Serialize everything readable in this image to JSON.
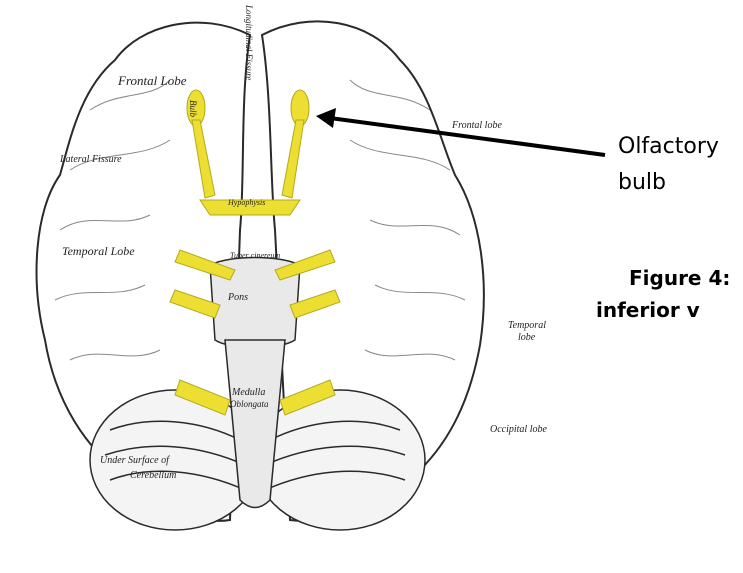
{
  "figure": {
    "callout": {
      "line1": "Olfactory",
      "line2": "bulb"
    },
    "caption": {
      "line1": "Figure 4:",
      "line2": "inferior v"
    },
    "brain_labels": {
      "longitudinal_fissure": "Longitudinal Fissure",
      "frontal_lobe_left": "Frontal Lobe",
      "frontal_lobe_right": "Frontal lobe",
      "lateral_fissure": "Lateral Fissure",
      "temporal_lobe_left": "Temporal Lobe",
      "temporal_lobe_right_1": "Temporal",
      "temporal_lobe_right_2": "lobe",
      "occipital_lobe": "Occipital lobe",
      "pons": "Pons",
      "medulla_1": "Medulla",
      "medulla_2": "Oblongata",
      "cerebellum_1": "Under Surface of",
      "cerebellum_2": "Cerebellum",
      "bulb": "Bulb",
      "hypophysis": "Hypophysis",
      "tuber_cinereum": "Tuber cinereum"
    },
    "colors": {
      "nerve_yellow": "#ecdf32",
      "outline": "#2a2a2a",
      "shade": "#bdbdbd"
    }
  }
}
